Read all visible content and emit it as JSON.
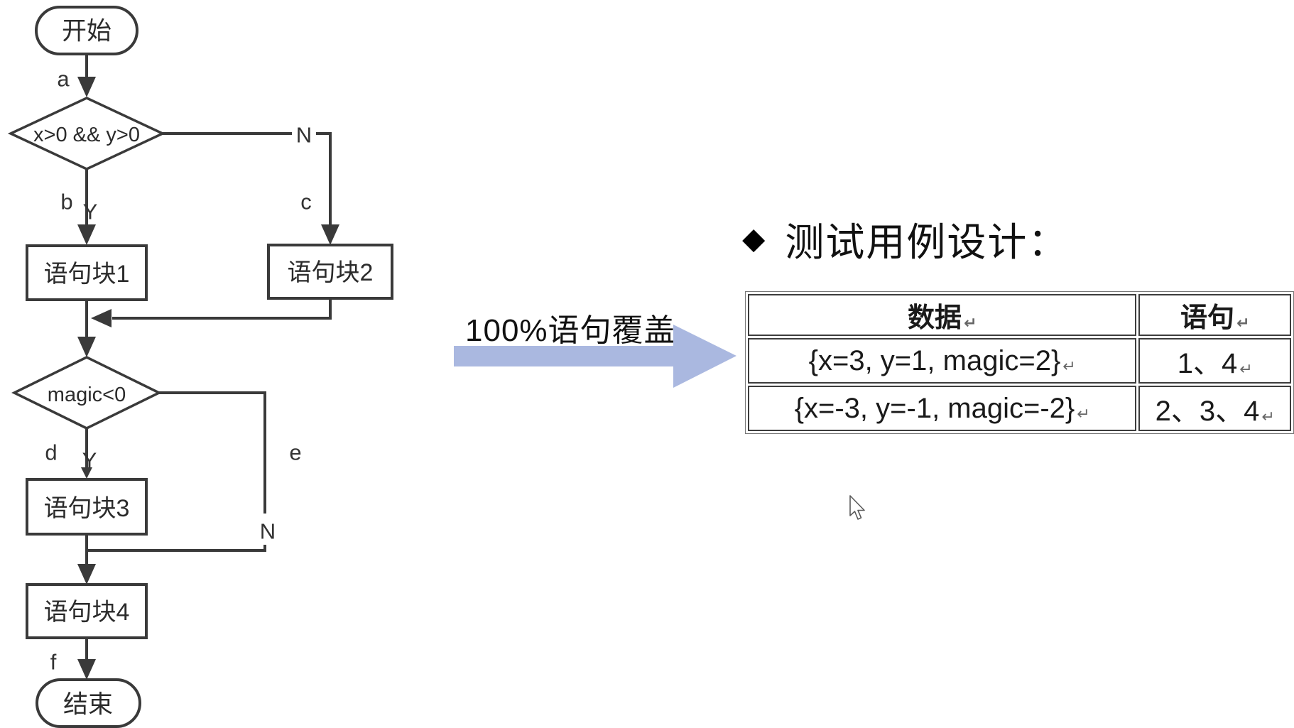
{
  "colors": {
    "flow_line": "#3a3a3a",
    "big_arrow_fill": "#aab8e0",
    "table_border": "#3d3d3d",
    "paragraph_mark": "#666666"
  },
  "flowchart": {
    "nodes": {
      "start": "开始",
      "cond1": "x>0 && y>0",
      "block1": "语句块1",
      "block2": "语句块2",
      "cond2": "magic<0",
      "block3": "语句块3",
      "block4": "语句块4",
      "end": "结束"
    },
    "labels": {
      "a": "a",
      "b": "b",
      "c": "c",
      "d": "d",
      "e": "e",
      "f": "f",
      "cond1_no": "N",
      "cond1_yes": "Y",
      "cond2_yes": "Y",
      "cond2_no": "N"
    }
  },
  "transition": {
    "label": "100%语句覆盖"
  },
  "section": {
    "bullet": "◆",
    "title": "测试用例设计："
  },
  "table": {
    "headers": [
      "数据",
      "语句"
    ],
    "rows": [
      [
        "{x=3, y=1, magic=2}",
        "1、4"
      ],
      [
        "{x=-3, y=-1, magic=-2}",
        "2、3、4"
      ]
    ],
    "paragraph_mark": "↵"
  }
}
